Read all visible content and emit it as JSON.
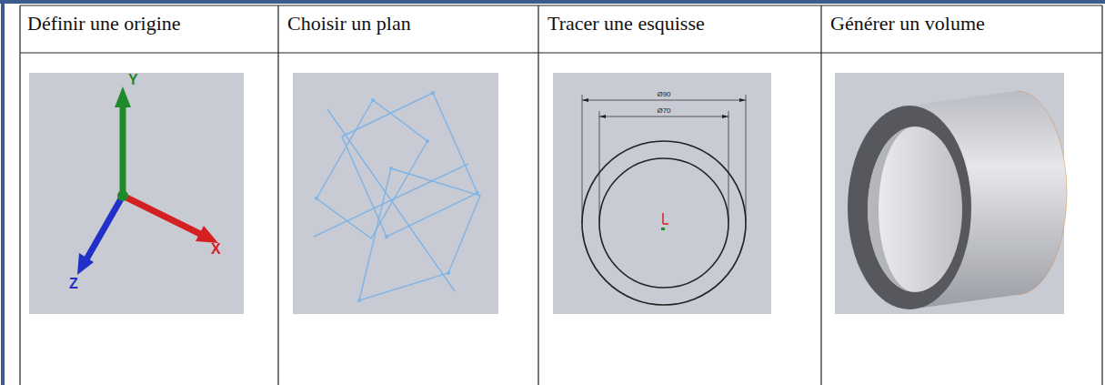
{
  "diagram": {
    "labels": [
      "Définir une origine",
      "Choisir un plan",
      "Tracer une esquisse",
      "Générer un volume",
      "Y",
      "X",
      "Z",
      "Ø90",
      "Ø70"
    ]
  }
}
